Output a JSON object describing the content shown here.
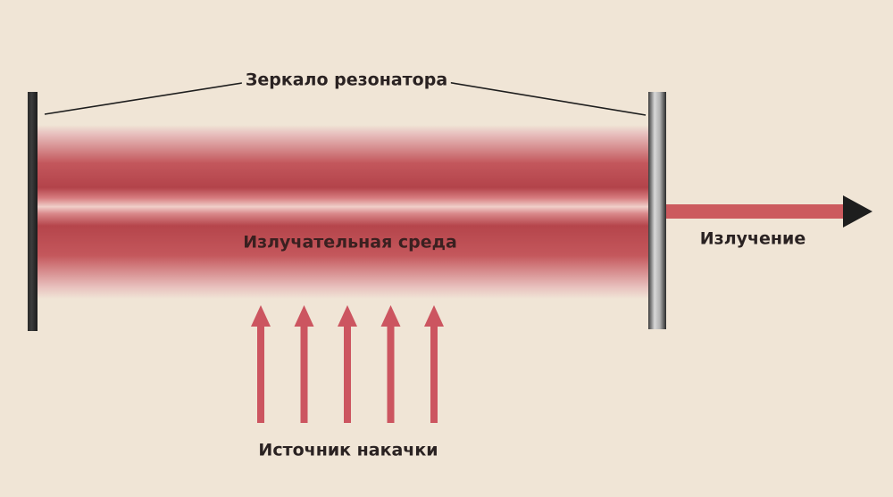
{
  "labels": {
    "resonator_mirror": "Зеркало резонатора",
    "active_medium": "Излучательная среда",
    "radiation": "Излучение",
    "pump_source": "Источник накачки"
  },
  "pump_arrows": {
    "count": 5
  },
  "colors": {
    "background": "#f0e5d6",
    "beam": "#b4454b",
    "arrow": "#cc5560",
    "mirror": "#2b2b2b",
    "text": "#2a2222"
  }
}
